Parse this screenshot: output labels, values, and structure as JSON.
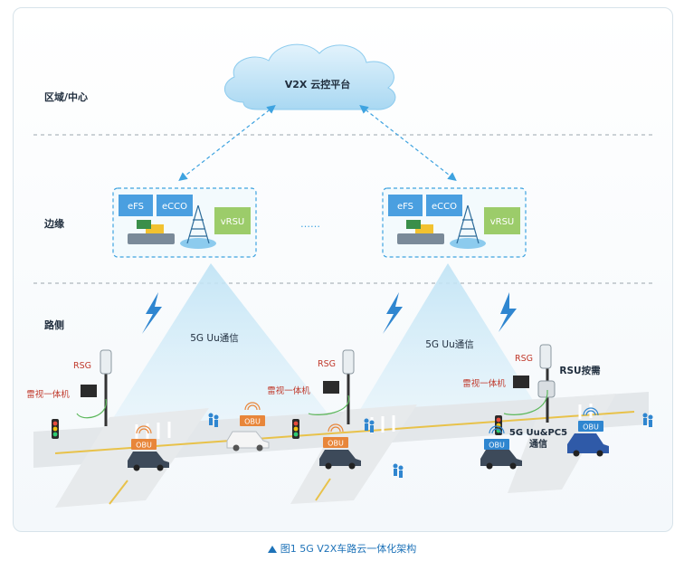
{
  "layers": {
    "center": "区域/中心",
    "edge": "边缘",
    "road": "路侧"
  },
  "cloud": {
    "label": "V2X 云控平台"
  },
  "edge_nodes": [
    {
      "efs": "eFS",
      "ecco": "eCCO",
      "vrsu": "vRSU"
    },
    {
      "efs": "eFS",
      "ecco": "eCCO",
      "vrsu": "vRSU"
    }
  ],
  "ellipsis": "……",
  "comm": {
    "uu_left": "5G Uu通信",
    "uu_right": "5G Uu通信",
    "uu_pc5": "5G Uu&PC5",
    "uu_pc5_2": "通信"
  },
  "road_labels": {
    "rsg1": "RSG",
    "radar1": "雷视一体机",
    "rsg2": "RSG",
    "radar2": "雷视一体机",
    "rsg3": "RSG",
    "radar3": "雷视一体机",
    "rsu_on_demand": "RSU按需"
  },
  "obu": {
    "a": "OBU",
    "b": "OBU",
    "c": "OBU",
    "d": "OBU",
    "e": "OBU"
  },
  "caption": "图1  5G V2X车路云一体化架构",
  "colors": {
    "accent": "#3ea3e0",
    "label_red": "#c0392b",
    "obu_orange": "#e8863a",
    "obu_blue": "#2f86d0",
    "vrsu_green": "#9ccc6a"
  }
}
